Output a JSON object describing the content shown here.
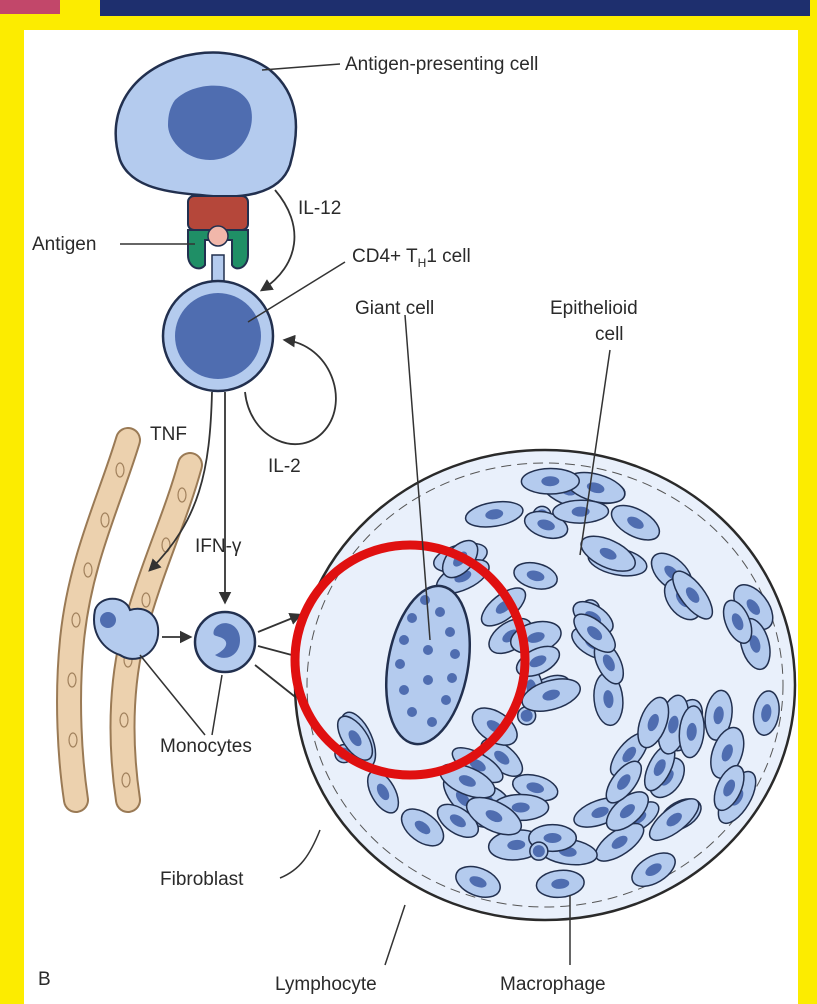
{
  "panel_letter": "B",
  "labels": {
    "apc": "Antigen-presenting cell",
    "il12": "IL-12",
    "antigen": "Antigen",
    "cd4_prefix": "CD4+ T",
    "cd4_sub": "H",
    "cd4_suffix": "1 cell",
    "giant_cell": "Giant cell",
    "epithelioid_line1": "Epithelioid",
    "epithelioid_line2": "cell",
    "tnf": "TNF",
    "il2": "IL-2",
    "ifn": "IFN-γ",
    "monocytes": "Monocytes",
    "fibroblast": "Fibroblast",
    "lymphocyte": "Lymphocyte",
    "macrophage": "Macrophage"
  },
  "colors": {
    "border": "#fcec00",
    "top_bar": "#1e2f6e",
    "cell_fill": "#b4cbee",
    "nucleus": "#4f6db0",
    "receptor_red": "#b5473a",
    "receptor_green": "#1f8f66",
    "vessel": "#e8cba6",
    "highlight_circle": "#e01010"
  }
}
